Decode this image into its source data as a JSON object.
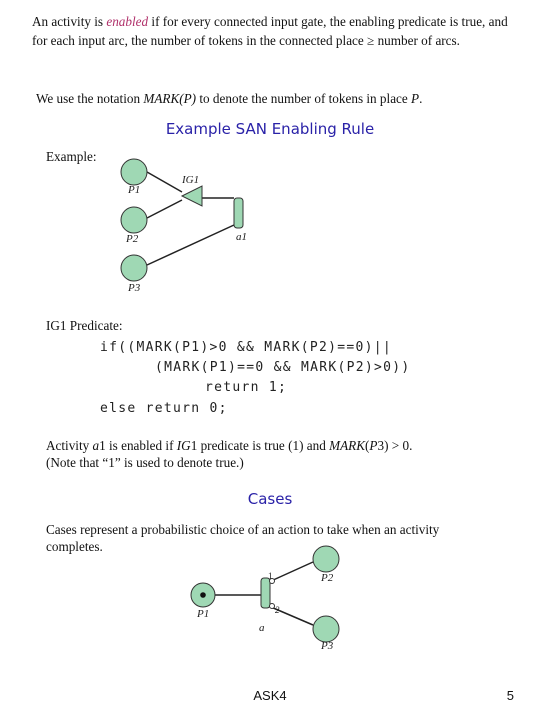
{
  "intro": {
    "before": "An activity is ",
    "enabled_word": "enabled",
    "after": " if for every connected input gate, the enabling predicate is true, and for each input arc, the number of tokens in the connected place ≥ number of arcs."
  },
  "notation": {
    "before": "We use the notation ",
    "mark": "MARK(P)",
    "middle": " to denote the number of tokens in place ",
    "p": "P",
    "end": "."
  },
  "section1_title": "Example SAN Enabling Rule",
  "example_label": "Example:",
  "diagram1": {
    "p1": "P1",
    "p2": "P2",
    "p3": "P3",
    "gate": "IG1",
    "activity": "a1"
  },
  "predicate_label": "IG1 Predicate:",
  "code": {
    "line1": "if((MARK(P1)>0 && MARK(P2)==0)||",
    "line2": "(MARK(P1)==0 && MARK(P2)>0))",
    "line3": "return 1;",
    "line4": "else return 0;"
  },
  "activity_text": {
    "a": "Activity ",
    "a1": "a",
    "b": "1 is enabled if ",
    "ig1": "IG",
    "c": "1 predicate is true (1) and ",
    "mark": "MARK",
    "d": "(",
    "p3": "P",
    "e": "3) > 0.",
    "note": "(Note that “1” is used to denote true.)"
  },
  "section2_title": "Cases",
  "cases_text": "Cases represent a probabilistic choice of an action to take when an activity completes.",
  "diagram2": {
    "p1": "P1",
    "p2": "P2",
    "p3": "P3",
    "activity": "a",
    "case1": "1",
    "case2": "2"
  },
  "footer": {
    "center": "ASK4",
    "page": "5"
  }
}
